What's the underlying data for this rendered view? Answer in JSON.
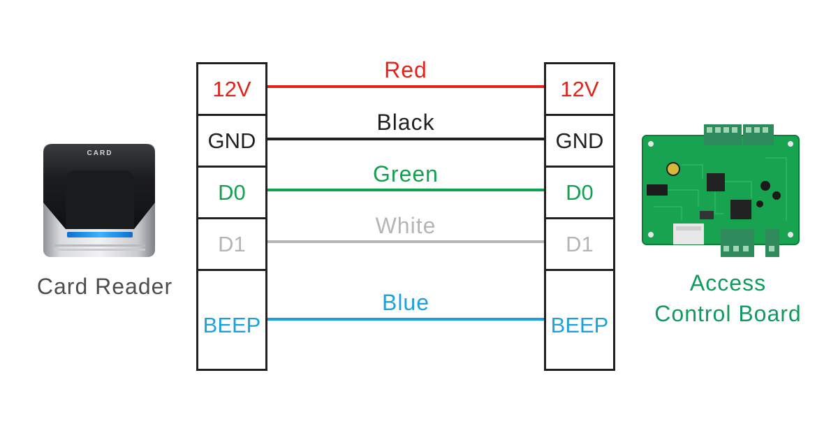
{
  "colors": {
    "red": "#e2231a",
    "black": "#231f20",
    "green": "#12a150",
    "white_wire": "#b5b5b5",
    "blue": "#1ca1e0",
    "board_green": "#0f9a5e",
    "caption_gray": "#4d4d4f"
  },
  "left_terminals": [
    {
      "label": "12V",
      "color": "#e2231a"
    },
    {
      "label": "GND",
      "color": "#231f20"
    },
    {
      "label": "D0",
      "color": "#12a150"
    },
    {
      "label": "D1",
      "color": "#b5b5b5"
    },
    {
      "label": "BEEP",
      "color": "#1ca1e0"
    }
  ],
  "right_terminals": [
    {
      "label": "12V",
      "color": "#e2231a"
    },
    {
      "label": "GND",
      "color": "#231f20"
    },
    {
      "label": "D0",
      "color": "#12a150"
    },
    {
      "label": "D1",
      "color": "#b5b5b5"
    },
    {
      "label": "BEEP",
      "color": "#1ca1e0"
    }
  ],
  "wires": [
    {
      "name": "Red",
      "color": "#e2231a"
    },
    {
      "name": "Black",
      "color": "#231f20"
    },
    {
      "name": "Green",
      "color": "#12a150"
    },
    {
      "name": "White",
      "color": "#b5b5b5"
    },
    {
      "name": "Blue",
      "color": "#1ca1e0"
    }
  ],
  "card_reader": {
    "caption": "Card Reader",
    "logo_text": "CARD"
  },
  "board": {
    "caption_line1": "Access",
    "caption_line2": "Control Board"
  }
}
